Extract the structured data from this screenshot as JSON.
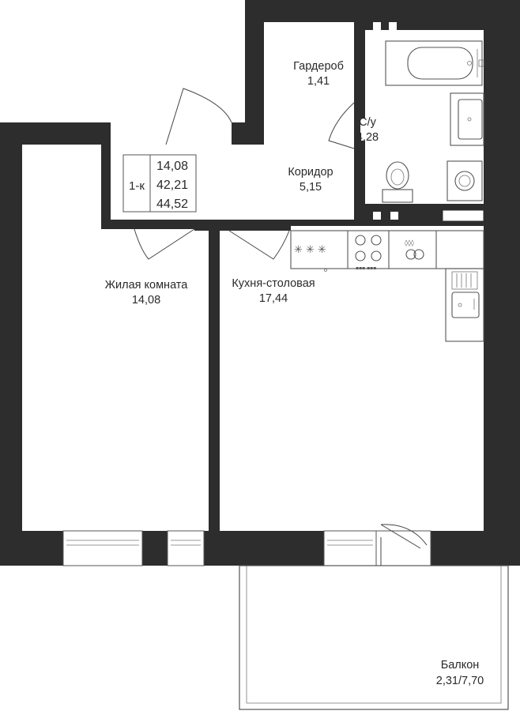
{
  "summary": {
    "type_label": "1-к",
    "living_area": "14,08",
    "total_area": "42,21",
    "total_area_with_balcony": "44,52"
  },
  "rooms": {
    "wardrobe": {
      "name": "Гардероб",
      "area": "1,41"
    },
    "bathroom": {
      "name": "С/у",
      "area": "4,28"
    },
    "corridor": {
      "name": "Коридор",
      "area": "5,15"
    },
    "living_room": {
      "name": "Жилая комната",
      "area": "14,08"
    },
    "kitchen": {
      "name": "Кухня-столовая",
      "area": "17,44"
    },
    "balcony": {
      "name": "Балкон",
      "area": "2,31/7,70"
    }
  },
  "colors": {
    "wall": "#2d2d2d",
    "background": "#ffffff",
    "line": "#555555"
  }
}
